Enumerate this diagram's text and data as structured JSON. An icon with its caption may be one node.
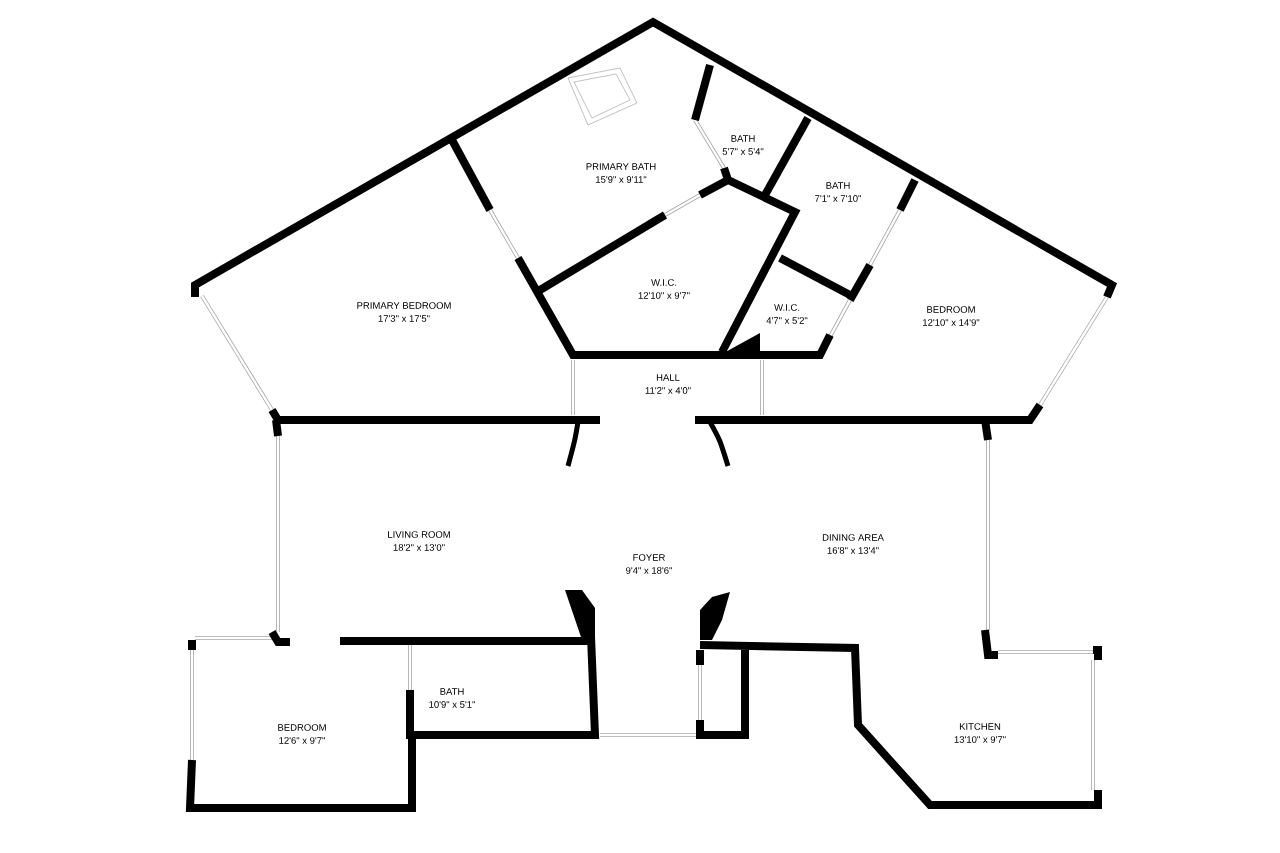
{
  "diagram": {
    "nodes": [
      {
        "text": [
          "PRIMARY BATH",
          "15'9\" x 9'11\""
        ]
      },
      {
        "text": [
          "BATH",
          "5'7\" x 5'4\""
        ]
      },
      {
        "text": [
          "BATH",
          "7'1\" x 7'10\""
        ]
      },
      {
        "text": [
          "PRIMARY BEDROOM",
          "17'3\" x 17'5\""
        ]
      },
      {
        "text": [
          "W.I.C.",
          "12'10\" x 9'7\""
        ]
      },
      {
        "text": [
          "W.I.C.",
          "4'7\" x 5'2\""
        ]
      },
      {
        "text": [
          "BEDROOM",
          "12'10\" x 14'9\""
        ]
      },
      {
        "text": [
          "HALL",
          "11'2\" x 4'0\""
        ]
      },
      {
        "text": [
          "LIVING ROOM",
          "18'2\" x 13'0\""
        ]
      },
      {
        "text": [
          "DINING AREA",
          "16'8\" x 13'4\""
        ]
      },
      {
        "text": [
          "FOYER",
          "9'4\" x 18'6\""
        ]
      },
      {
        "text": [
          "BATH",
          "10'9\" x 5'1\""
        ]
      },
      {
        "text": [
          "BEDROOM",
          "12'6\" x 9'7\""
        ]
      },
      {
        "text": [
          "KITCHEN",
          "13'10\" x 9'7\""
        ]
      }
    ]
  }
}
